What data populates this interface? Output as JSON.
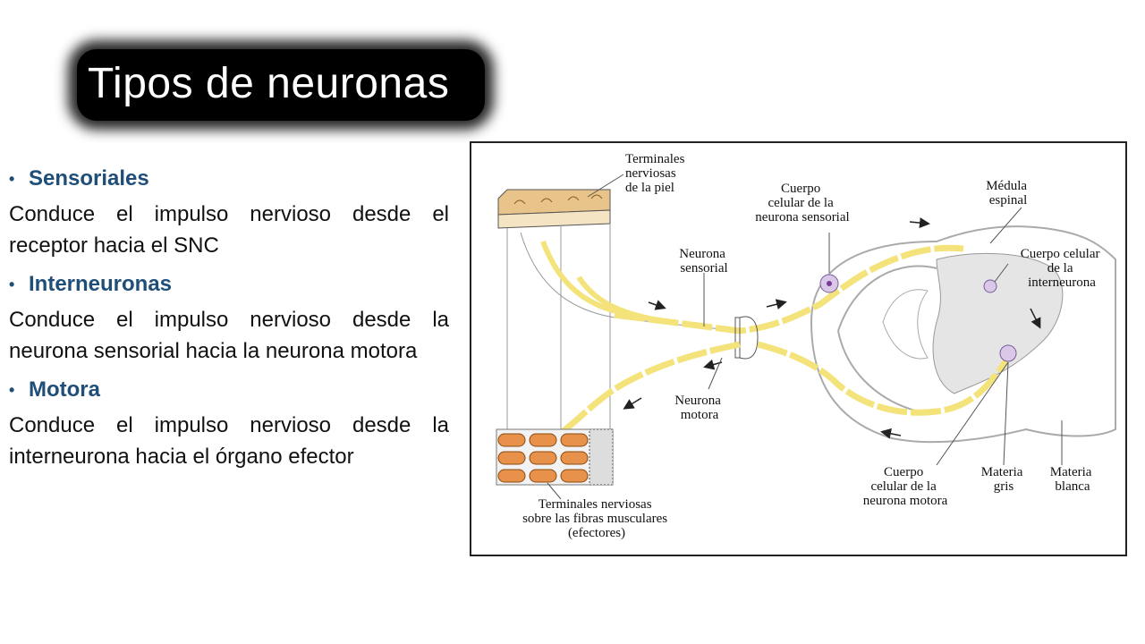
{
  "title": "Tipos de neuronas",
  "items": [
    {
      "heading": "Sensoriales",
      "text": "Conduce el impulso nervioso desde el receptor hacia el SNC"
    },
    {
      "heading": "Interneuronas",
      "text": "Conduce el impulso nervioso desde la neurona sensorial hacia la neurona motora"
    },
    {
      "heading": "Motora",
      "text": "Conduce el impulso nervioso desde la interneurona hacia el órgano efector"
    }
  ],
  "diagram": {
    "terminales_piel": [
      "Terminales",
      "nerviosas",
      "de la piel"
    ],
    "cuerpo_sensorial": [
      "Cuerpo",
      "celular de la",
      "neurona sensorial"
    ],
    "medula": [
      "Médula",
      "espinal"
    ],
    "neurona_sensorial": [
      "Neurona",
      "sensorial"
    ],
    "cuerpo_inter": [
      "Cuerpo celular",
      "de la",
      "interneurona"
    ],
    "neurona_motora": [
      "Neurona",
      "motora"
    ],
    "cuerpo_motora": [
      "Cuerpo",
      "celular de la",
      "neurona motora"
    ],
    "materia_gris": [
      "Materia",
      "gris"
    ],
    "materia_blanca": [
      "Materia",
      "blanca"
    ],
    "terminales_musculo": [
      "Terminales nerviosas",
      "sobre las fibras musculares",
      "(efectores)"
    ]
  },
  "colors": {
    "accent": "#1f4e79",
    "axon": "#f3e37a",
    "muscle": "#e8914a"
  }
}
